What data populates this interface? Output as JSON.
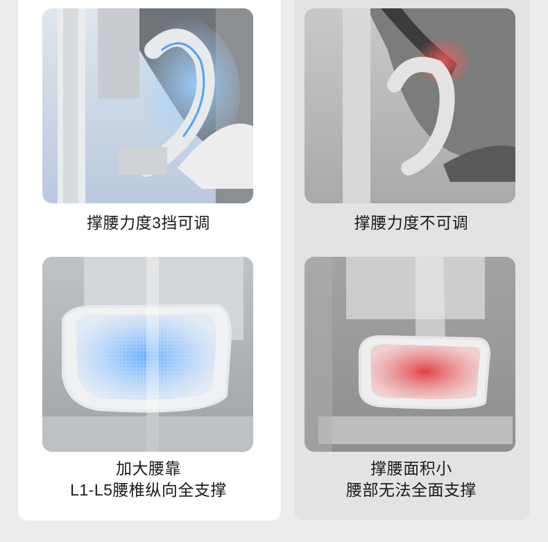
{
  "comparison": {
    "left": {
      "top_caption": "撑腰力度3挡可调",
      "bottom_caption_lines": [
        "加大腰靠",
        "L1-L5腰椎纵向全支撑"
      ]
    },
    "right": {
      "top_caption": "撑腰力度不可调",
      "bottom_caption_lines": [
        "撑腰面积小",
        "腰部无法全面支撑"
      ]
    }
  },
  "colors": {
    "left_panel_bg": "#ffffff",
    "right_panel_bg": "#e3e3e3",
    "highlight_blue": "#4aa3ff",
    "highlight_red": "#e0363b"
  }
}
